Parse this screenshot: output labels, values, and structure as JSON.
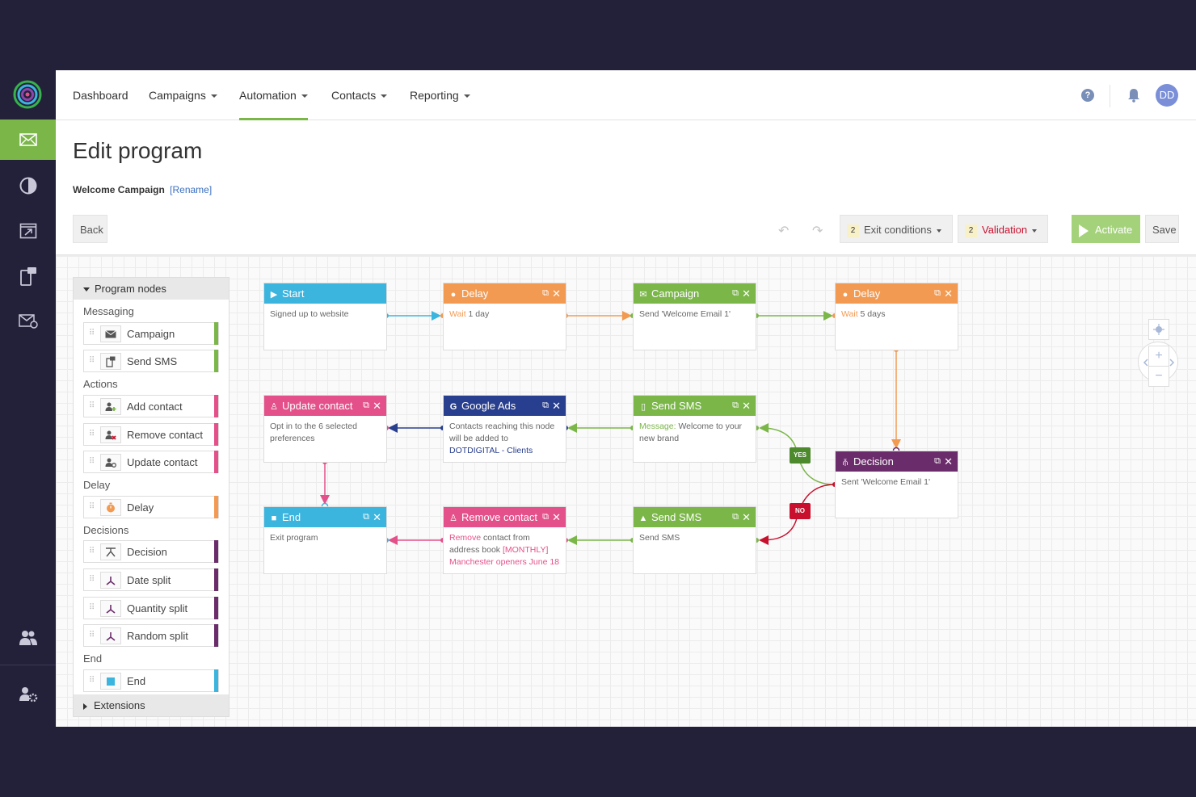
{
  "nav": {
    "items": [
      {
        "label": "Dashboard",
        "dropdown": false
      },
      {
        "label": "Campaigns",
        "dropdown": true
      },
      {
        "label": "Automation",
        "dropdown": true,
        "active": true
      },
      {
        "label": "Contacts",
        "dropdown": true
      },
      {
        "label": "Reporting",
        "dropdown": true
      }
    ],
    "help_icon_glyph": "?",
    "avatar_initials": "DD"
  },
  "rail": {
    "icons": [
      "logo-icon",
      "email-icon",
      "pie-chart-icon",
      "landing-page-icon",
      "sms-icon",
      "automation-email-icon",
      "contacts-icon",
      "account-settings-icon"
    ],
    "active": "email-icon",
    "accent": "#7ab648"
  },
  "header": {
    "title": "Edit program",
    "campaign_name": "Welcome Campaign",
    "rename_link": "[Rename]",
    "back_label": "Back",
    "exit_conditions_count": "2",
    "exit_conditions_label": "Exit conditions",
    "validation_count": "2",
    "validation_label": "Validation",
    "activate_label": "Activate",
    "save_label": "Save"
  },
  "palette": {
    "title": "Program nodes",
    "extensions_label": "Extensions",
    "categories": {
      "messaging": "Messaging",
      "actions": "Actions",
      "delay": "Delay",
      "decisions": "Decisions",
      "end": "End"
    },
    "items": {
      "campaign": "Campaign",
      "send_sms": "Send SMS",
      "add_contact": "Add contact",
      "remove_contact": "Remove contact",
      "update_contact": "Update contact",
      "delay": "Delay",
      "decision": "Decision",
      "date_split": "Date split",
      "quantity_split": "Quantity split",
      "random_split": "Random split",
      "end": "End"
    }
  },
  "nodes": {
    "start": {
      "title": "Start",
      "body": "Signed up to website"
    },
    "delay1": {
      "title": "Delay",
      "body_prefix": "Wait",
      "body_rest": "1 day"
    },
    "campaign": {
      "title": "Campaign",
      "body": "Send 'Welcome Email 1'"
    },
    "delay2": {
      "title": "Delay",
      "body_prefix": "Wait",
      "body_rest": "5 days"
    },
    "update_contact": {
      "title": "Update contact",
      "body": "Opt in to the 6 selected preferences"
    },
    "google_ads": {
      "title": "Google Ads",
      "body_a": "Contacts reaching this node will be added to",
      "body_b": "DOTDIGITAL - Clients"
    },
    "send_sms1": {
      "title": "Send SMS",
      "body_prefix": "Message:",
      "body_rest": "Welcome to your new brand"
    },
    "decision": {
      "title": "Decision",
      "body": "Sent 'Welcome Email 1'"
    },
    "end": {
      "title": "End",
      "body": "Exit program"
    },
    "remove_contact": {
      "title": "Remove contact",
      "body_a": "Remove",
      "body_b": "contact from address book",
      "body_c": "[MONTHLY] Manchester openers June 18"
    },
    "send_sms2": {
      "title": "Send SMS",
      "body": "Send SMS"
    }
  },
  "branches": {
    "yes": "YES",
    "no": "NO"
  },
  "colors": {
    "start": "#3bb4de",
    "delay": "#f29a52",
    "messaging": "#7ab648",
    "action": "#e4508a",
    "google_ads": "#283e8e",
    "decision": "#6b2c6b",
    "no_branch": "#c8102e"
  }
}
